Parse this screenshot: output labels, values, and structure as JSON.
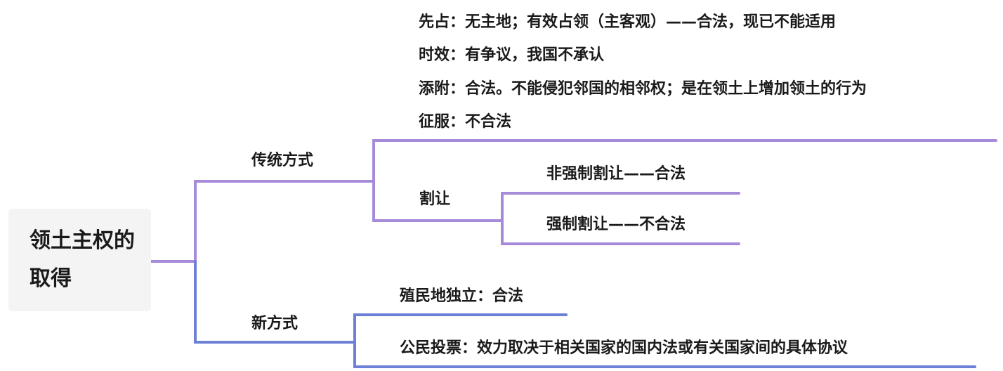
{
  "colors": {
    "purple": "#a78bdb",
    "blue": "#6b80d6",
    "root_bg": "#f4f4f4",
    "text": "#1a1a1a"
  },
  "root": {
    "label": "领土主权的取得"
  },
  "traditional": {
    "label": "传统方式",
    "items": [
      "先占：无主地；有效占领（主客观）——合法，现已不能适用",
      "时效：有争议，我国不承认",
      "添附：合法。不能侵犯邻国的相邻权；是在领土上增加领土的行为",
      "征服：不合法"
    ],
    "cession": {
      "label": "割让",
      "items": [
        "非强制割让——合法",
        "强制割让——不合法"
      ]
    }
  },
  "new_way": {
    "label": "新方式",
    "items": [
      "殖民地独立：合法",
      "公民投票：效力取决于相关国家的国内法或有关国家间的具体协议"
    ]
  }
}
